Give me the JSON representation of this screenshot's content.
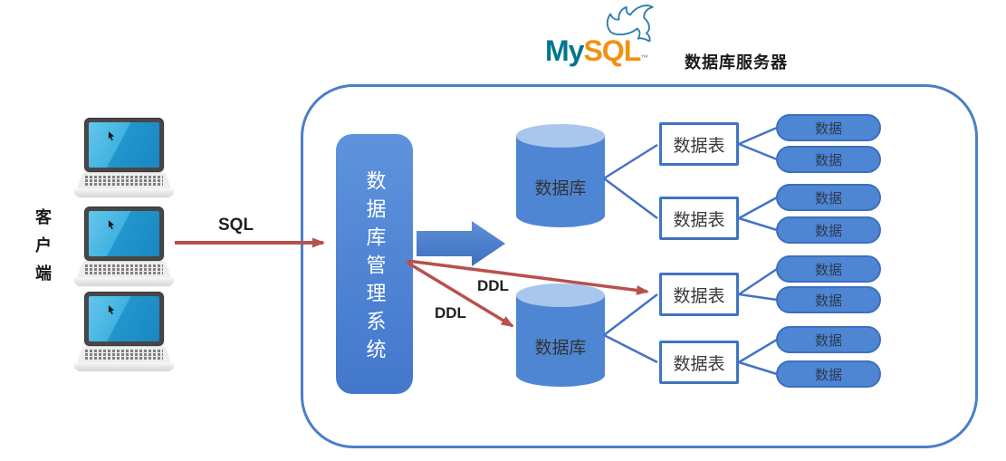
{
  "logo": {
    "my": "My",
    "sql": "SQL",
    "tm": "™",
    "server_label": "数据库服务器"
  },
  "client": {
    "label": "客户端"
  },
  "dbms": {
    "label": "数据库管理系统"
  },
  "flow_labels": {
    "sql": "SQL",
    "ddl_upper": "DDL",
    "ddl_lower": "DDL"
  },
  "databases": [
    "数据库",
    "数据库"
  ],
  "tables": [
    "数据表",
    "数据表",
    "数据表",
    "数据表"
  ],
  "data_items": [
    "数据",
    "数据",
    "数据",
    "数据",
    "数据",
    "数据",
    "数据",
    "数据"
  ],
  "colors": {
    "shape_blue": "#4E86D4",
    "cylinder_top": "#A9C6EC",
    "line_blue": "#4472C4",
    "border_blue": "#4A7EC8",
    "arrow_red": "#B8504B",
    "logo_teal": "#00758F",
    "logo_orange": "#F29111"
  }
}
